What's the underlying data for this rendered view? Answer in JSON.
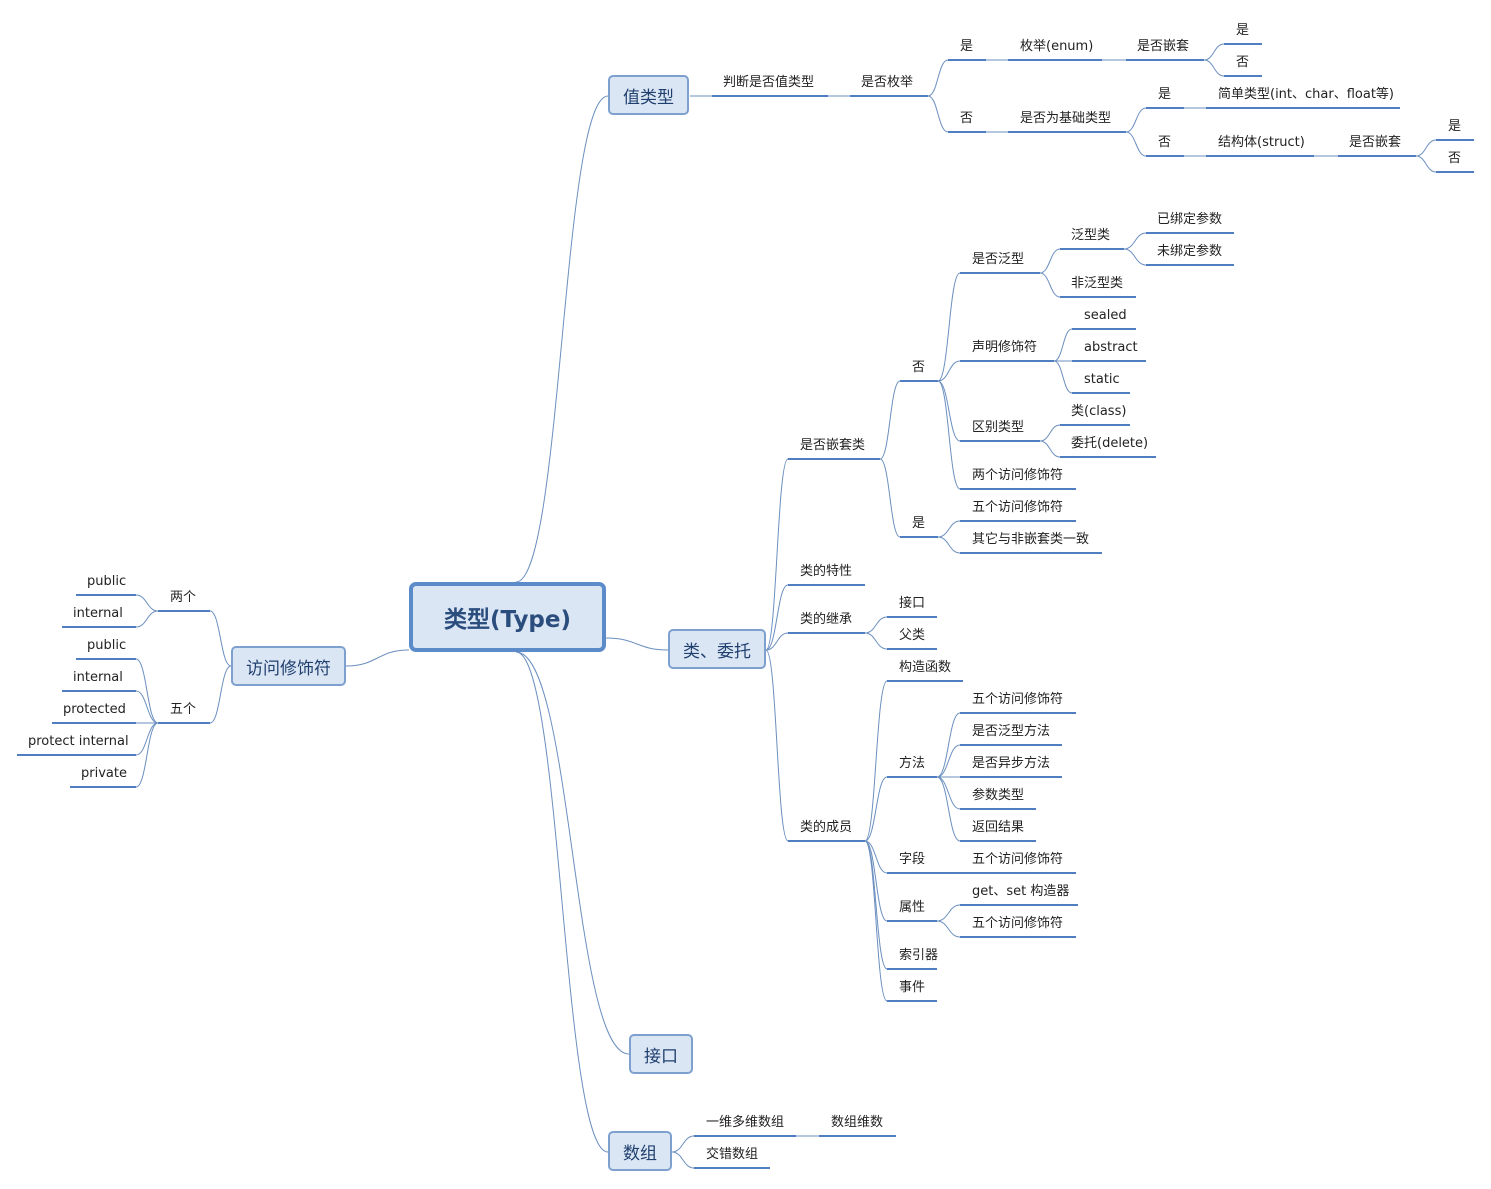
{
  "root": {
    "label": "类型(Type)",
    "branches": {
      "value_type": {
        "label": "值类型",
        "judge": "判断是否值类型",
        "is_enum": "是否枚举",
        "enum_yes": "是",
        "enum": "枚举(enum)",
        "enum_nested": "是否嵌套",
        "enum_nested_yes": "是",
        "enum_nested_no": "否",
        "enum_no": "否",
        "is_basic": "是否为基础类型",
        "basic_yes": "是",
        "simple_types": "简单类型(int、char、float等)",
        "basic_no": "否",
        "struct": "结构体(struct)",
        "struct_nested": "是否嵌套",
        "struct_nested_yes": "是",
        "struct_nested_no": "否"
      },
      "class_delegate": {
        "label": "类、委托",
        "is_nested_class": "是否嵌套类",
        "nested_no": "否",
        "is_generic": "是否泛型",
        "generic_class": "泛型类",
        "bound_params": "已绑定参数",
        "unbound_params": "未绑定参数",
        "non_generic_class": "非泛型类",
        "decl_modifiers": "声明修饰符",
        "sealed": "sealed",
        "abstract": "abstract",
        "static": "static",
        "distinguish_type": "区别类型",
        "class_kw": "类(class)",
        "delegate_kw": "委托(delete)",
        "two_access": "两个访问修饰符",
        "nested_yes": "是",
        "five_access": "五个访问修饰符",
        "others_same": "其它与非嵌套类一致",
        "class_traits": "类的特性",
        "inheritance": "类的继承",
        "interface": "接口",
        "parent_class": "父类",
        "members": "类的成员",
        "constructor": "构造函数",
        "method": "方法",
        "method_five_access": "五个访问修饰符",
        "is_generic_method": "是否泛型方法",
        "is_async_method": "是否异步方法",
        "param_types": "参数类型",
        "return_result": "返回结果",
        "field": "字段",
        "field_five_access": "五个访问修饰符",
        "property": "属性",
        "get_set": "get、set 构造器",
        "property_five_access": "五个访问修饰符",
        "indexer": "索引器",
        "event": "事件"
      },
      "interface": {
        "label": "接口"
      },
      "array": {
        "label": "数组",
        "multi_dim": "一维多维数组",
        "dimension": "数组维数",
        "jagged": "交错数组"
      },
      "access_modifiers": {
        "label": "访问修饰符",
        "two": "两个",
        "two_public": "public",
        "two_internal": "internal",
        "five": "五个",
        "five_public": "public",
        "five_internal": "internal",
        "five_protected": "protected",
        "five_protect_internal": "protect internal",
        "five_private": "private"
      }
    }
  }
}
